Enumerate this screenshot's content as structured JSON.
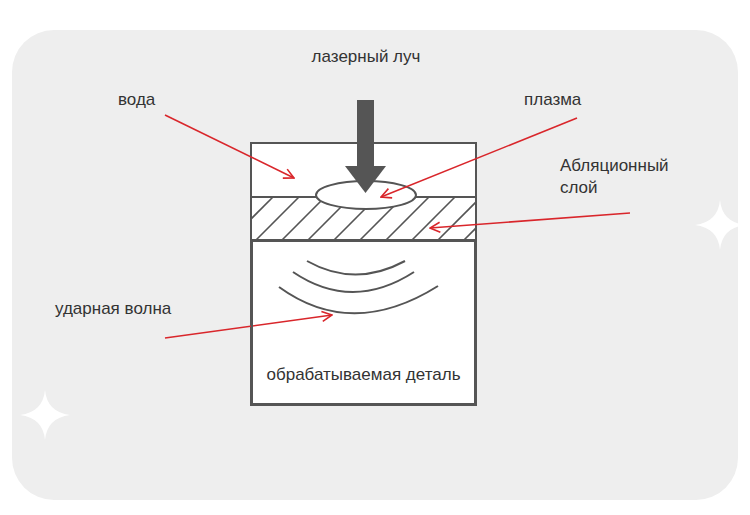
{
  "diagram": {
    "nodes": [
      {
        "text": [
          "обрабатываемая деталь"
        ]
      }
    ],
    "labels": [
      "лазерный луч",
      "вода",
      "плазма",
      "Абляционный слой",
      "ударная волна"
    ]
  }
}
